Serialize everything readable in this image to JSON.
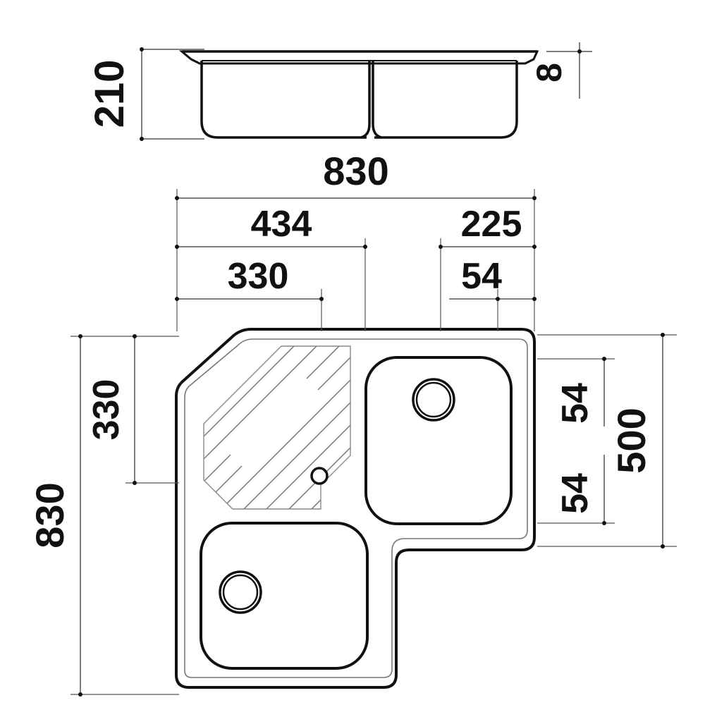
{
  "drawing": {
    "title": "Corner kitchen sink dimensioned drawing",
    "units": "mm",
    "line_color": "#111111",
    "thin_line_color": "#555555",
    "background": "#ffffff",
    "views": [
      {
        "name": "front-elevation",
        "label": ""
      },
      {
        "name": "top-plan",
        "label": ""
      }
    ],
    "elevation": {
      "name": "front-elevation",
      "bowl_count": 2,
      "has_divider": true,
      "rim_visible": true
    },
    "plan": {
      "name": "top-plan",
      "shape": "L-shaped corner sink",
      "chamfered_corner": "top-left",
      "drainer": {
        "position": "top-left",
        "rib_count": 18,
        "rib_angle_deg": 45,
        "has_small_drain_hole": true
      },
      "bowls": [
        {
          "name": "right-bowl",
          "drain": "top-center"
        },
        {
          "name": "left-bowl",
          "drain": "left-center"
        }
      ]
    }
  },
  "dimensions": {
    "elevation_height": {
      "value": "210",
      "orientation": "vertical",
      "view": "front-elevation"
    },
    "rim_thickness": {
      "value": "8",
      "orientation": "vertical",
      "view": "front-elevation"
    },
    "plan_total_width": {
      "value": "830",
      "orientation": "horizontal",
      "view": "top-plan"
    },
    "plan_dim_434": {
      "value": "434",
      "orientation": "horizontal",
      "view": "top-plan"
    },
    "plan_dim_330_top": {
      "value": "330",
      "orientation": "horizontal",
      "view": "top-plan"
    },
    "plan_dim_225": {
      "value": "225",
      "orientation": "horizontal",
      "view": "top-plan"
    },
    "plan_dim_54_top": {
      "value": "54",
      "orientation": "horizontal",
      "view": "top-plan"
    },
    "plan_total_height": {
      "value": "830",
      "orientation": "vertical",
      "view": "top-plan"
    },
    "plan_dim_330_left": {
      "value": "330",
      "orientation": "vertical",
      "view": "top-plan"
    },
    "plan_dim_500": {
      "value": "500",
      "orientation": "vertical",
      "view": "top-plan"
    },
    "plan_dim_54_upper_right": {
      "value": "54",
      "orientation": "vertical",
      "view": "top-plan"
    },
    "plan_dim_54_lower_right": {
      "value": "54",
      "orientation": "vertical",
      "view": "top-plan"
    }
  }
}
